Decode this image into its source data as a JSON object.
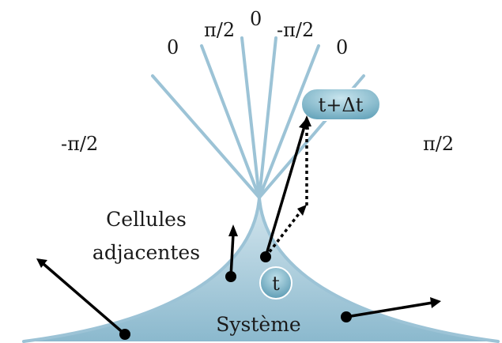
{
  "phase_labels": {
    "left_outer": "-π/2",
    "left_zero": "0",
    "left_half": "π/2",
    "center_zero": "0",
    "right_half": "-π/2",
    "right_zero": "0",
    "right_outer": "π/2"
  },
  "labels": {
    "adjacent_line1": "Cellules",
    "adjacent_line2": "adjacentes",
    "system": "Système",
    "time_now": "t",
    "time_next": "t+Δt"
  },
  "colors": {
    "light_blue": "#9cc3d6",
    "fill_top": "#d4e6ee",
    "fill_bottom": "#7fb2c9",
    "badge": "#6fa9c0",
    "vector": "#000000"
  }
}
